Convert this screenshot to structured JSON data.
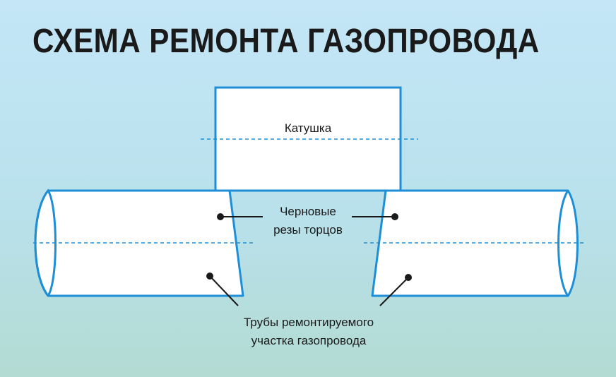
{
  "title": "СХЕМА РЕМОНТА ГАЗОПРОВОДА",
  "labels": {
    "spool": "Катушка",
    "cuts_line1": "Черновые",
    "cuts_line2": "резы торцов",
    "pipes_line1": "Трубы ремонтируемого",
    "pipes_line2": "участка газопровода"
  },
  "colors": {
    "outline": "#1e8fd6",
    "fill": "#ffffff",
    "text": "#1a1a1a"
  }
}
